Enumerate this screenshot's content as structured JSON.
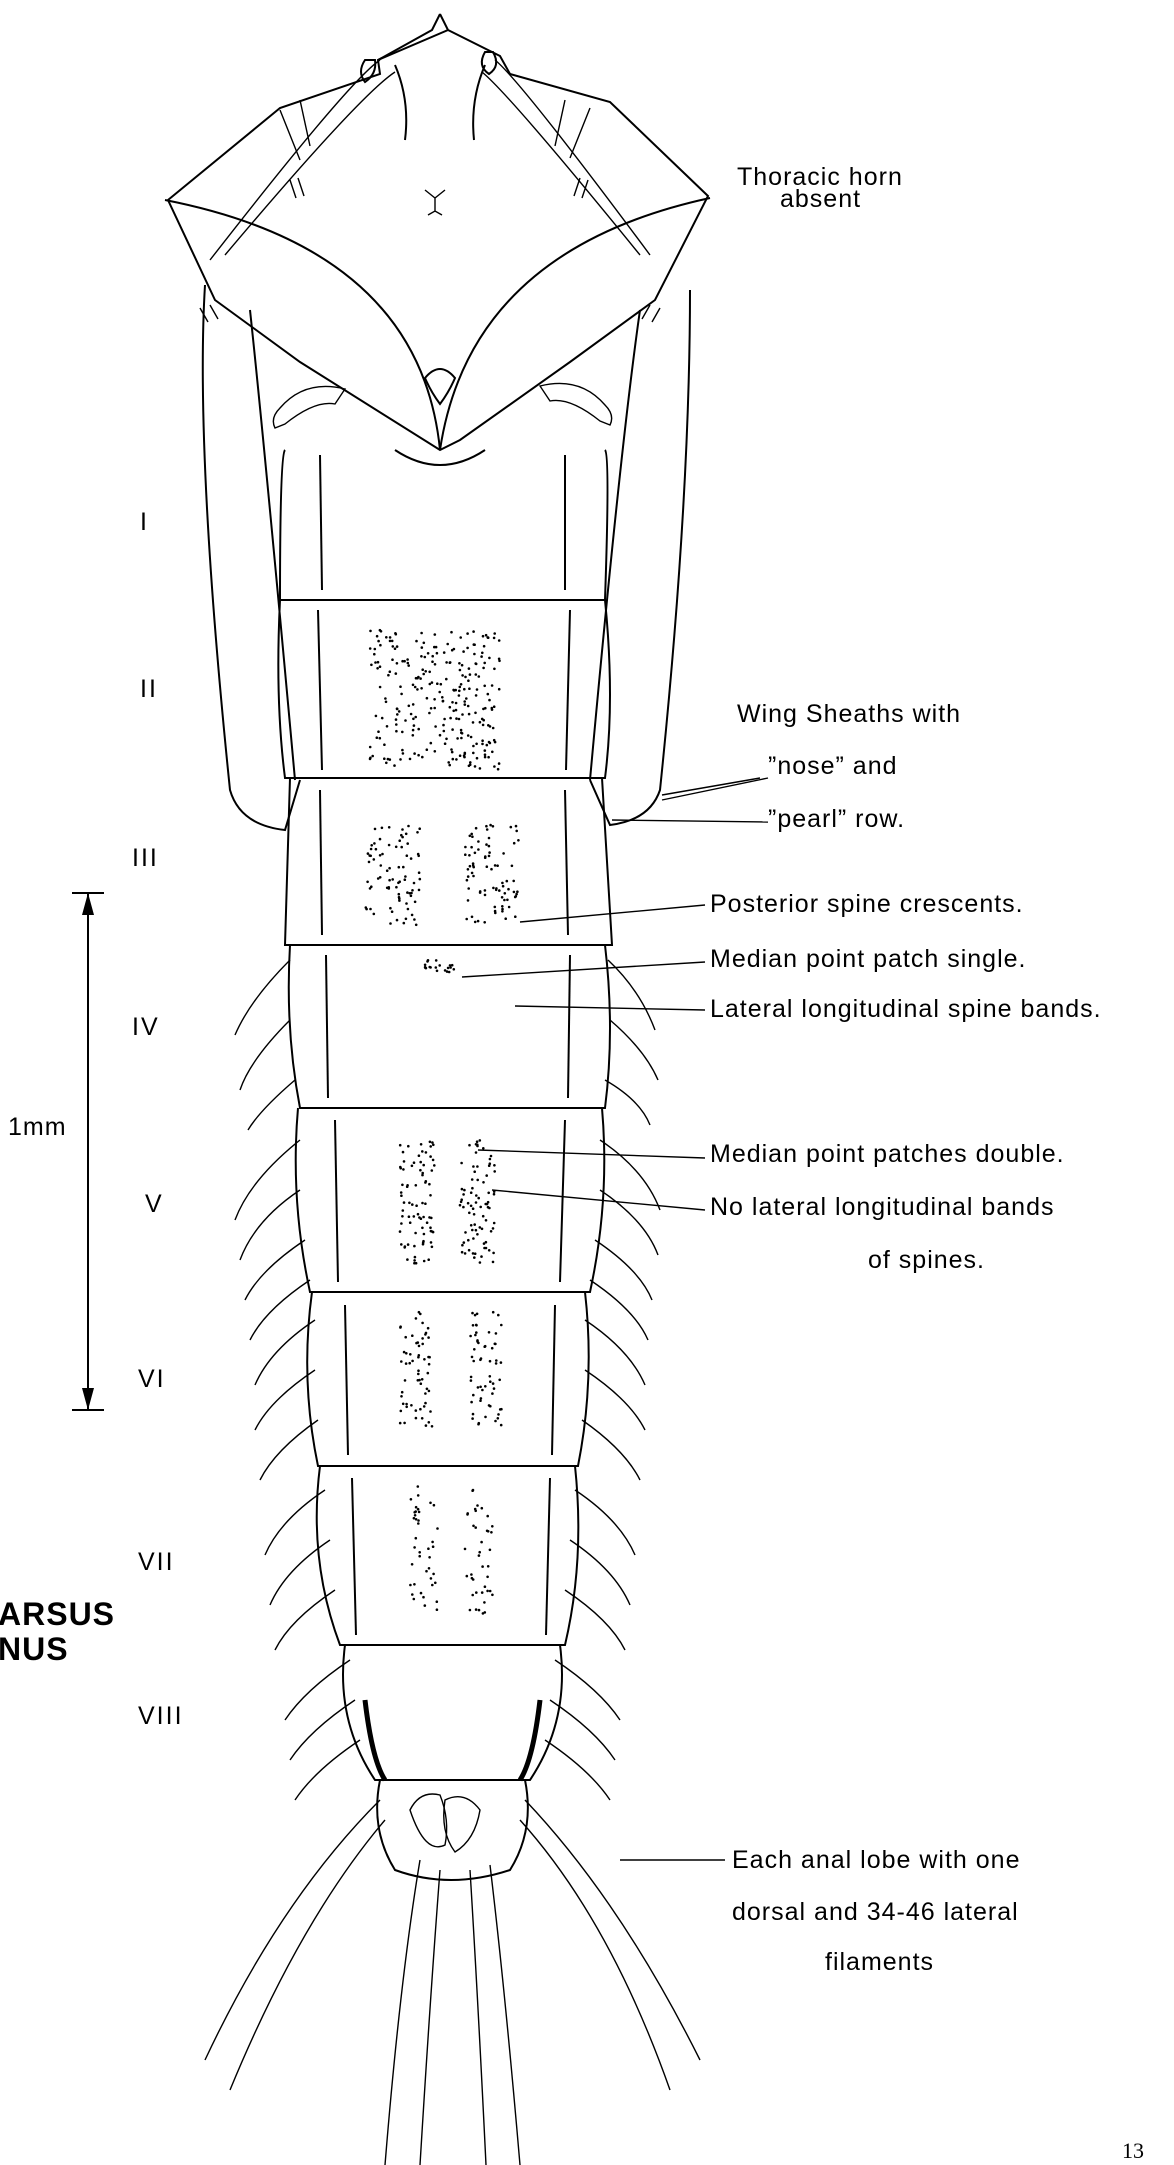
{
  "specimen_label_fragment": [
    "ARSUS",
    "NUS"
  ],
  "scale_bar": {
    "label": "1mm"
  },
  "page_number": "13",
  "segments": [
    "I",
    "II",
    "III",
    "IV",
    "V",
    "VI",
    "VII",
    "VIII"
  ],
  "annotations": {
    "thoracic_horn": [
      "Thoracic horn",
      "absent"
    ],
    "wing_sheaths": [
      "Wing Sheaths with",
      "”nose” and",
      "”pearl” row."
    ],
    "posterior_spine": "Posterior spine crescents.",
    "median_single": "Median point patch single.",
    "lateral_bands": "Lateral longitudinal spine bands.",
    "median_double": "Median point patches double.",
    "no_lateral": [
      "No lateral longitudinal bands",
      "of spines."
    ],
    "anal_lobe": [
      "Each anal lobe with one",
      "dorsal and 34-46 lateral",
      "filaments"
    ]
  }
}
